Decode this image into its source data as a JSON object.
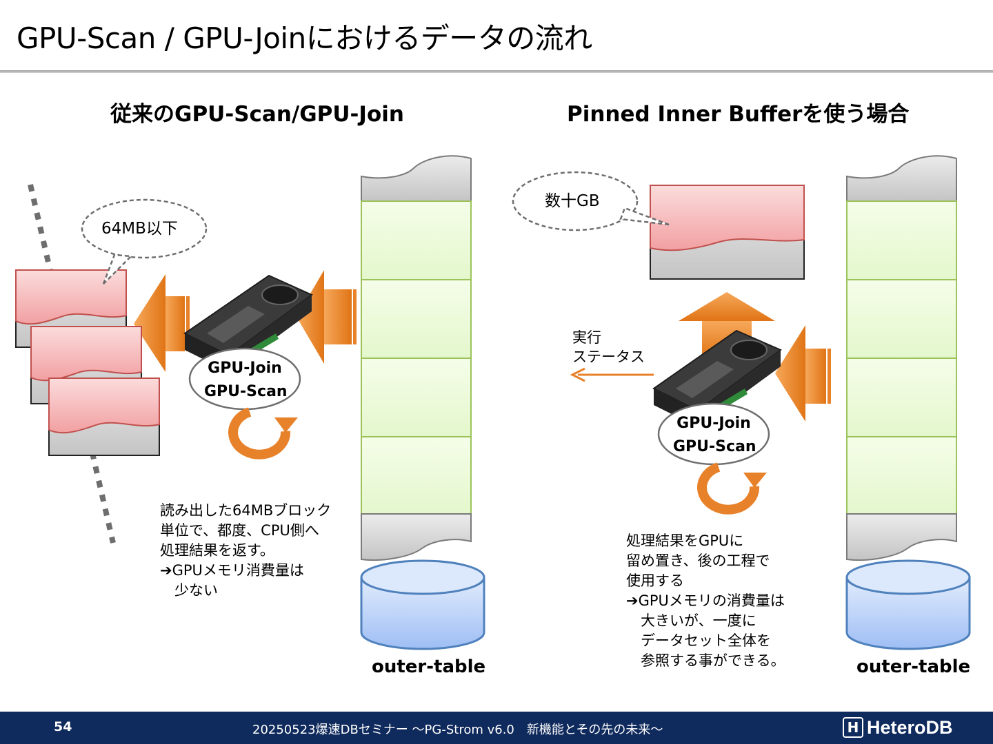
{
  "title": "GPU-Scan / GPU-Joinにおけるデータの流れ",
  "left": {
    "heading": "従来のGPU-Scan/GPU-Join",
    "bubble": "64MB以下",
    "gpu_label_1": "GPU-Join",
    "gpu_label_2": "GPU-Scan",
    "table_label": "outer-table",
    "notes": [
      "読み出した64MBブロック",
      "単位で、都度、CPU側へ",
      "処理結果を返す。",
      "➔GPUメモリ消費量は",
      "　少ない"
    ]
  },
  "right": {
    "heading": "Pinned Inner Bufferを使う場合",
    "bubble": "数十GB",
    "status_line_1": "実行",
    "status_line_2": "ステータス",
    "gpu_label_1": "GPU-Join",
    "gpu_label_2": "GPU-Scan",
    "table_label": "outer-table",
    "notes": [
      "処理結果をGPUに",
      "留め置き、後の工程で",
      "使用する",
      "➔GPUメモリの消費量は",
      "　大きいが、一度に",
      "　データセット全体を",
      "　参照する事ができる。"
    ]
  },
  "footer": {
    "page_number": "54",
    "event": "20250523爆速DBセミナー ～PG-Strom v6.0　新機能とその先の未来～",
    "logo_mark": "H",
    "logo_text": "HeteroDB"
  },
  "colors": {
    "orange": "#e8822a",
    "green_block": "#ecfbd8",
    "green_border": "#9bc35a",
    "pink": "#f6a7a8",
    "footer_bg": "#0f2a5c"
  }
}
